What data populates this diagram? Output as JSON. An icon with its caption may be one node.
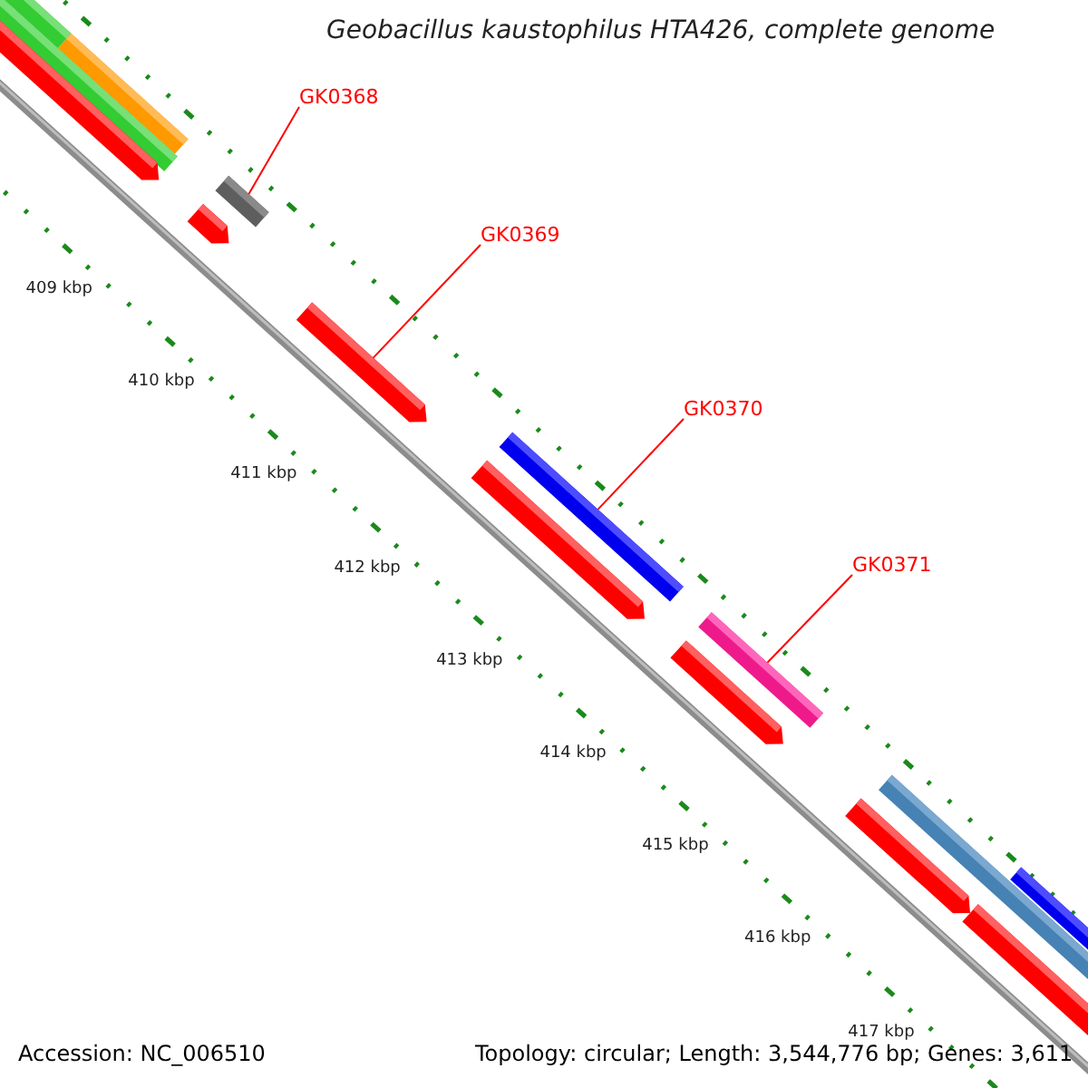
{
  "diagram": {
    "title": "Geobacillus kaustophilus HTA426, complete genome",
    "nodes": [
      {
        "text": [
          "GK0368"
        ]
      },
      {
        "text": [],
        "shape": "bar"
      },
      {
        "text": [
          "GK0369"
        ]
      },
      {
        "text": [],
        "shape": "bar"
      },
      {
        "text": [
          "GK0370"
        ]
      },
      {
        "text": [],
        "shape": "bar"
      },
      {
        "text": [
          "GK0371"
        ]
      },
      {
        "text": [],
        "shape": "bar"
      }
    ],
    "edges": [
      {
        "from": 0,
        "to": 1,
        "arrow": "none"
      },
      {
        "from": 2,
        "to": 3,
        "arrow": "none"
      },
      {
        "from": 4,
        "to": 5,
        "arrow": "none"
      },
      {
        "from": 6,
        "to": 7,
        "arrow": "none"
      }
    ],
    "labels": [
      "409 kbp",
      "410 kbp",
      "411 kbp",
      "412 kbp",
      "413 kbp",
      "414 kbp",
      "415 kbp",
      "416 kbp",
      "417 kbp",
      "Accession: NC_006510",
      "Topology: circular; Length: 3,544,776 bp; Genes: 3,611"
    ]
  }
}
